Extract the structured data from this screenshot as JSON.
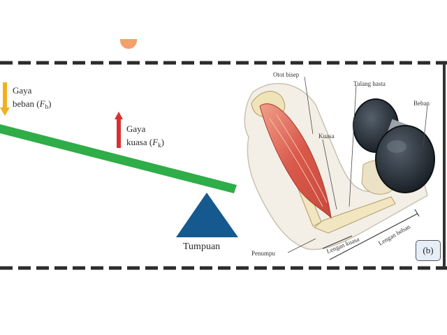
{
  "lever": {
    "load_force_label_line1": "Gaya",
    "load_force_label_line2": "beban (",
    "load_force_symbol": "F",
    "load_force_subscript": "b",
    "effort_force_label_line1": "Gaya",
    "effort_force_label_line2": "kuasa (",
    "effort_force_symbol": "F",
    "effort_force_subscript": "k",
    "fulcrum_label": "Tumpuan",
    "colors": {
      "beam": "#2fad48",
      "load_arrow": "#f2b01e",
      "effort_arrow": "#d9302f",
      "fulcrum": "#15598e"
    }
  },
  "arm": {
    "label_biceps": "Otot bisep",
    "label_radius": "Tulang hasta",
    "label_load": "Beban",
    "label_effort": "Kuasa",
    "label_fulcrum": "Penumpu",
    "label_effort_arm": "Lengan kuasa",
    "label_load_arm": "Lengan beban"
  },
  "panel_badge": "(b)"
}
